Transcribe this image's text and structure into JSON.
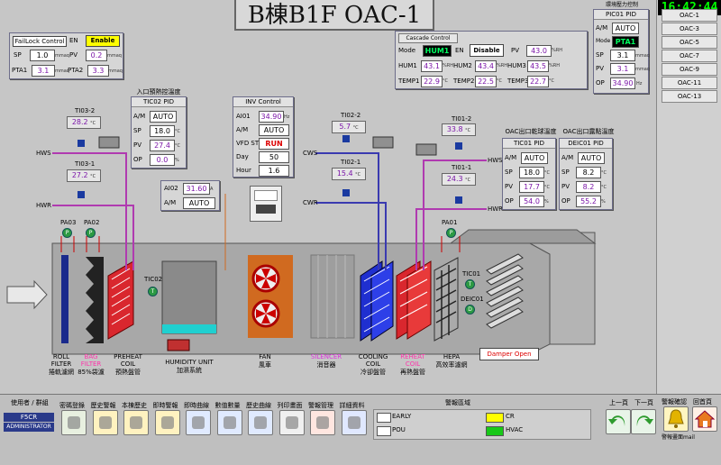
{
  "title": "B棟B1F OAC-1",
  "clock": "16:42:44",
  "fail_lock": {
    "header": "FailLock Control",
    "en_label": "EN",
    "enable": "Enable",
    "sp_label": "SP",
    "sp": "1.0",
    "sp_unit": "mmaq",
    "pv_label": "PV",
    "pv": "0.2",
    "pv_unit": "mmaq",
    "pta1_label": "PTA1",
    "pta1": "3.1",
    "pta1_unit": "mmaq",
    "pta2_label": "PTA2",
    "pta2": "3.3",
    "pta2_unit": "mmaq"
  },
  "cascade": {
    "header": "Cascade Control",
    "mode_label": "Mode",
    "mode": "HUM1",
    "en_label": "EN",
    "en": "Disable",
    "pv_label": "PV",
    "pv": "43.0",
    "pv_unit": "%RH",
    "hum1_label": "HUM1",
    "hum1": "43.1",
    "hum2_label": "HUM2",
    "hum2": "43.4",
    "hum3_label": "HUM3",
    "hum3": "43.5",
    "hum_unit": "%RH",
    "temp1_label": "TEMP1",
    "temp1": "22.9",
    "temp2_label": "TEMP2",
    "temp2": "22.5",
    "temp3_label": "TEMP3",
    "temp3": "22.7",
    "temp_unit": "°C"
  },
  "pic01": {
    "cn": "環境壓力控制",
    "header": "PIC01 PID",
    "am_label": "A/M",
    "am": "AUTO",
    "mode_label": "Mode",
    "mode": "PTA1",
    "sp_label": "SP",
    "sp": "3.1",
    "sp_unit": "mmaq",
    "pv_label": "PV",
    "pv": "3.1",
    "pv_unit": "mmaq",
    "op_label": "OP",
    "op": "34.90",
    "op_unit": "Hz"
  },
  "tic02": {
    "cn": "入口預熱控溫度",
    "header": "TIC02 PID",
    "am_label": "A/M",
    "am": "AUTO",
    "sp_label": "SP",
    "sp": "18.0",
    "pv_label": "PV",
    "pv": "27.4",
    "op_label": "OP",
    "op": "0.0",
    "unit": "°C",
    "op_unit": "%"
  },
  "inv": {
    "header": "INV Control",
    "ai01_label": "AI01",
    "ai01": "34.90",
    "ai01_unit": "Hz",
    "am_label": "A/M",
    "am": "AUTO",
    "vfd_label": "VFD ST",
    "vfd": "RUN",
    "day_label": "Day",
    "day": "50",
    "hour_label": "Hour",
    "hour": "1.6"
  },
  "ai02": {
    "label": "AI02",
    "value": "31.60",
    "unit": "A",
    "am_label": "A/M",
    "am": "AUTO"
  },
  "tic01": {
    "cn": "OAC出口乾球溫度",
    "header": "TIC01 PID",
    "am_label": "A/M",
    "am": "AUTO",
    "sp_label": "SP",
    "sp": "18.0",
    "pv_label": "PV",
    "pv": "17.7",
    "op_label": "OP",
    "op": "54.0",
    "unit": "°C",
    "op_unit": "%"
  },
  "deic01": {
    "cn": "OAC出口露點溫度",
    "header": "DEIC01 PID",
    "am_label": "A/M",
    "am": "AUTO",
    "sp_label": "SP",
    "sp": "8.2",
    "pv_label": "PV",
    "pv": "8.2",
    "op_label": "OP",
    "op": "55.2",
    "unit": "°C",
    "op_unit": "%"
  },
  "sensors": {
    "ti03_2": {
      "label": "TI03-2",
      "value": "28.2",
      "unit": "°C"
    },
    "ti03_1": {
      "label": "TI03-1",
      "value": "27.2",
      "unit": "°C"
    },
    "ti02_2": {
      "label": "TI02-2",
      "value": "5.7",
      "unit": "°C"
    },
    "ti02_1": {
      "label": "TI02-1",
      "value": "15.4",
      "unit": "°C"
    },
    "ti01_2": {
      "label": "TI01-2",
      "value": "33.8",
      "unit": "°C"
    },
    "ti01_1": {
      "label": "TI01-1",
      "value": "24.3",
      "unit": "°C"
    }
  },
  "pipes": {
    "hws1": "HWS",
    "hwr1": "HWR",
    "cws": "CWS",
    "cwr": "CWR",
    "hws2": "HWS",
    "hwr2": "HWR"
  },
  "pa": {
    "pa03": "PA03",
    "pa02": "PA02",
    "pa01": "PA01"
  },
  "points": {
    "tic02": "TIC02",
    "tic01": "TIC01",
    "deic01": "DEIC01",
    "p": "P",
    "t": "T",
    "d": "D"
  },
  "damper_open": "Damper Open",
  "components": [
    {
      "en": "ROLL FILTER",
      "cn": "捲軌濾網"
    },
    {
      "en": "BAG FILTER",
      "cn": "85%袋濾"
    },
    {
      "en": "PREHEAT COIL",
      "cn": "預熱盤管"
    },
    {
      "en": "HUMIDITY UNIT",
      "cn": "加濕系統"
    },
    {
      "en": "FAN",
      "cn": "風車"
    },
    {
      "en": "SILENCER",
      "cn": "消音器"
    },
    {
      "en": "COOLING COIL",
      "cn": "冷卻盤管"
    },
    {
      "en": "REHEAT COIL",
      "cn": "再熱盤管"
    },
    {
      "en": "HEPA",
      "cn": "高效率濾網"
    }
  ],
  "colors": {
    "bag_filter": "#ff33aa",
    "silencer": "#dd33dd",
    "reheat_coil": "#ff33aa"
  },
  "sidebar": [
    "OAC-1",
    "OAC-3",
    "OAC-5",
    "OAC-7",
    "OAC-9",
    "OAC-11",
    "OAC-13"
  ],
  "bottom": {
    "user_label": "使用者 / 群組",
    "user": "F5CR",
    "group": "ADMINISTRATOR",
    "nav": [
      "密碼登錄",
      "歷史警報",
      "本棟歷史",
      "即時警報",
      "即時曲線",
      "數值數量",
      "歷史曲線",
      "列印畫面",
      "警報管理",
      "詳細資料"
    ],
    "alarm_area": "警報區域",
    "early": "EARLY",
    "pou": "POU",
    "cr": "CR",
    "hvac": "HVAC",
    "prev": "上一頁",
    "next": "下一頁",
    "confirm": "警報確認",
    "home": "回首頁",
    "mail": "警報畫面mail"
  }
}
